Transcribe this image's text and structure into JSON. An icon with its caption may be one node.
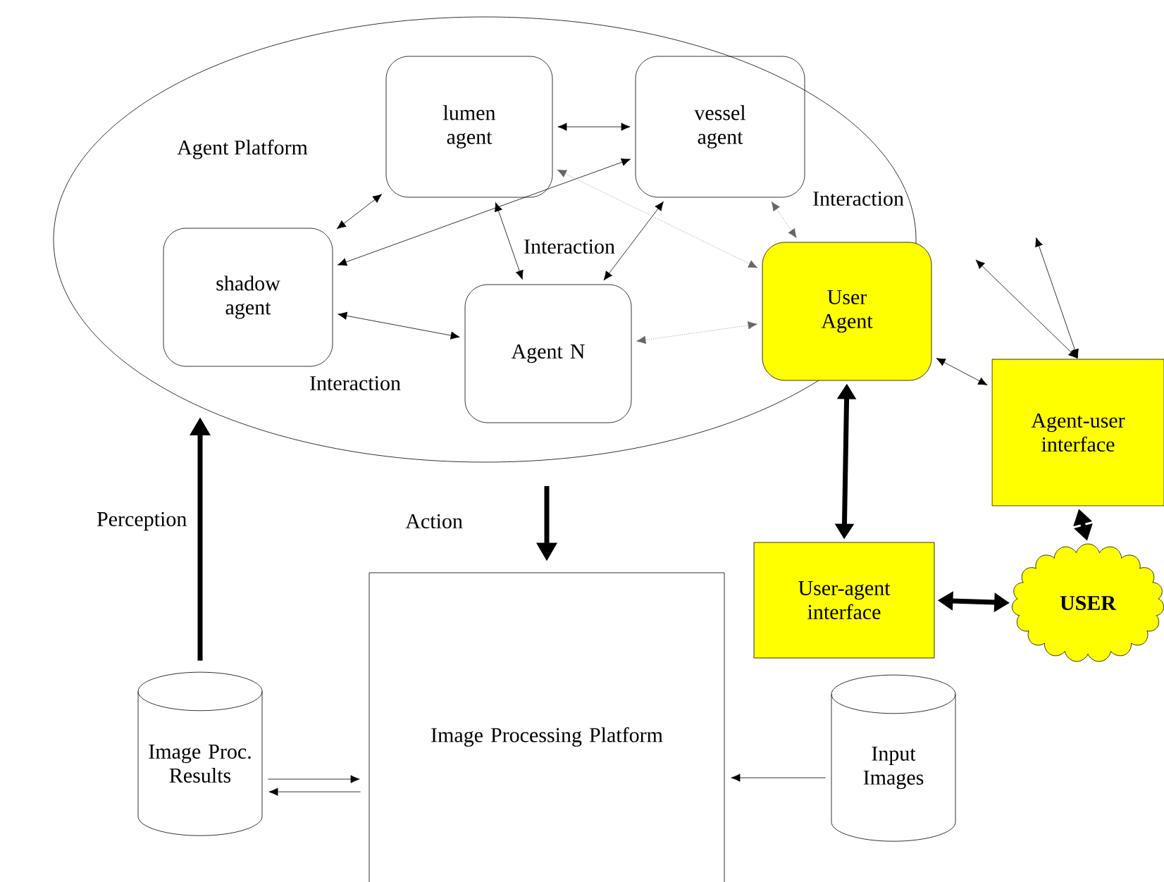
{
  "diagram": {
    "nodes": [
      {
        "text": [
          "Agent Platform"
        ]
      },
      {
        "text": [
          "lumen agent"
        ],
        "in": 0
      },
      {
        "text": [
          "vessel agent"
        ],
        "in": 0
      },
      {
        "text": [
          "shadow agent"
        ],
        "in": 0
      },
      {
        "text": [
          "Agent N"
        ],
        "in": 0
      },
      {
        "text": [
          "User Agent"
        ],
        "in": 0
      },
      {
        "text": [
          "Agent-user interface"
        ]
      },
      {
        "text": [
          "User-agent interface"
        ]
      },
      {
        "text": [
          "USER"
        ]
      },
      {
        "text": [
          "Image Processing Platform"
        ]
      },
      {
        "text": [
          "Image Proc. Results"
        ]
      },
      {
        "text": [
          "Input Images"
        ]
      }
    ],
    "edges": [
      {
        "from": 1,
        "to": 2,
        "arrow": "both"
      },
      {
        "from": 1,
        "to": 3,
        "arrow": "both"
      },
      {
        "from": 2,
        "to": 3,
        "arrow": "both"
      },
      {
        "from": 1,
        "to": 4,
        "arrow": "both"
      },
      {
        "from": 2,
        "to": 4,
        "arrow": "both"
      },
      {
        "from": 3,
        "to": 4,
        "arrow": "both"
      },
      {
        "from": 1,
        "to": 5,
        "arrow": "both",
        "style": "dashed",
        "color": "#666666"
      },
      {
        "from": 4,
        "to": 5,
        "arrow": "both",
        "style": "dashed",
        "color": "#666666"
      },
      {
        "from": 2,
        "to": 5,
        "arrow": "both",
        "style": "dashed",
        "color": "#666666"
      },
      {
        "from": 5,
        "to": 6,
        "arrow": "both"
      },
      {
        "from": null,
        "to": 6,
        "arrow": "both"
      },
      {
        "from": null,
        "to": 6,
        "arrow": "both"
      },
      {
        "from": 5,
        "to": 7,
        "arrow": "both",
        "style": "thick"
      },
      {
        "from": 6,
        "to": 8,
        "arrow": "both",
        "style": "thick"
      },
      {
        "from": 7,
        "to": 8,
        "arrow": "both",
        "style": "thick"
      },
      {
        "from": 0,
        "to": 9,
        "arrow": "to",
        "style": "thick",
        "label": "Action"
      },
      {
        "from": 10,
        "to": 0,
        "arrow": "to",
        "style": "thick",
        "label": "Perception"
      },
      {
        "from": 10,
        "to": 9,
        "arrow": "to"
      },
      {
        "from": 9,
        "to": 10,
        "arrow": "to"
      },
      {
        "from": 11,
        "to": 9,
        "arrow": "to"
      }
    ],
    "labels": [
      "Interaction",
      "Interaction",
      "Interaction"
    ]
  }
}
